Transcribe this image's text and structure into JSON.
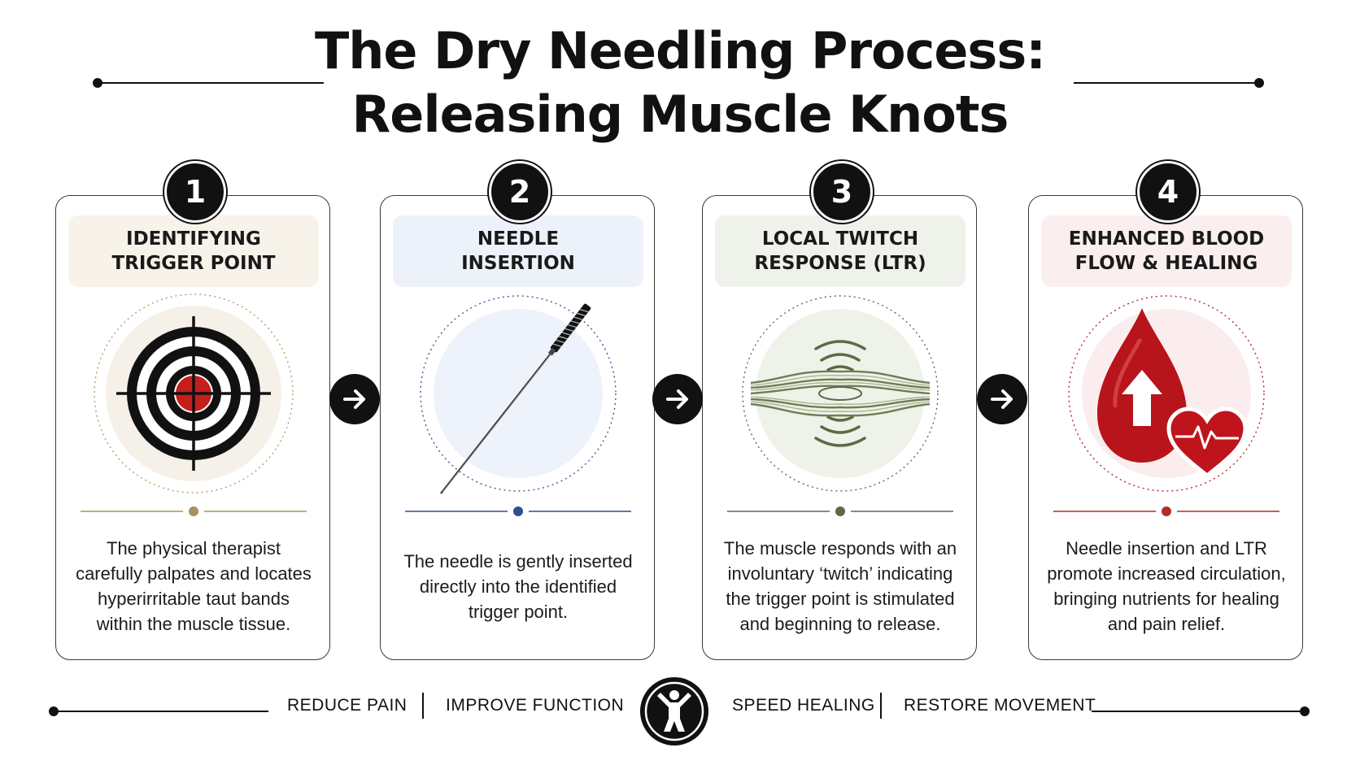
{
  "title_line1": "The Dry Needling Process:",
  "title_line2": "Releasing Muscle Knots",
  "steps": [
    {
      "number": "1",
      "heading": "IDENTIFYING\nTRIGGER POINT",
      "description": "The physical therapist carefully palpates and locates hyperirritable taut bands within the muscle tissue.",
      "header_bg": "#f7f3ea",
      "accent": "#a89060",
      "circle_bg": "#f5f1e8",
      "icon": "target-icon"
    },
    {
      "number": "2",
      "heading": "NEEDLE\nINSERTION",
      "description": "The needle is gently inserted directly into the identified trigger point.",
      "header_bg": "#edf2fa",
      "accent": "#2f4f8f",
      "circle_bg": "#eef3fb",
      "icon": "needle-icon"
    },
    {
      "number": "3",
      "heading": "LOCAL TWITCH\nRESPONSE (LTR)",
      "description": "The muscle responds with an involuntary ‘twitch’ indicating the trigger point is stimulated and beginning to release.",
      "header_bg": "#eff2ea",
      "accent": "#5c6b45",
      "circle_bg": "#eef2e8",
      "icon": "muscle-twitch-icon"
    },
    {
      "number": "4",
      "heading": "ENHANCED BLOOD\nFLOW & HEALING",
      "description": "Needle insertion and LTR promote increased circulation, bringing nutrients for healing and pain relief.",
      "header_bg": "#fbeeee",
      "accent": "#b52a2a",
      "circle_bg": "#fbeded",
      "icon": "blood-drop-heart-icon"
    }
  ],
  "footer": {
    "items": [
      "REDUCE PAIN",
      "IMPROVE FUNCTION",
      "SPEED HEALING",
      "RESTORE MOVEMENT"
    ],
    "icon": "person-icon"
  }
}
